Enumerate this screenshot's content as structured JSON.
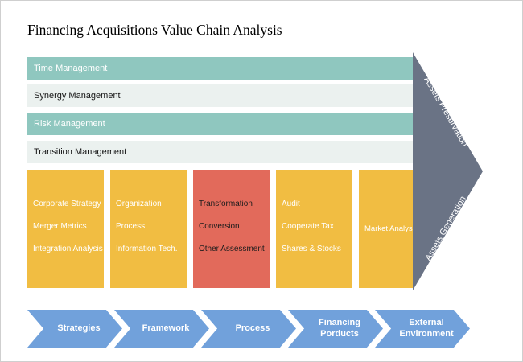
{
  "title": "Financing Acquisitions Value Chain Analysis",
  "support_bars": [
    {
      "label": "Time Management",
      "variant": "teal"
    },
    {
      "label": "Synergy Management",
      "variant": "light"
    },
    {
      "label": "Risk Management",
      "variant": "teal"
    },
    {
      "label": "Transition Management",
      "variant": "light"
    }
  ],
  "columns": [
    {
      "variant": "yellow",
      "items": [
        "Corporate Strategy",
        "Merger Metrics",
        "Integration Analysis"
      ]
    },
    {
      "variant": "yellow",
      "items": [
        "Organization",
        "Process",
        "Information Tech."
      ]
    },
    {
      "variant": "red",
      "items": [
        "Transformation",
        "Conversion",
        "Other Assessment"
      ]
    },
    {
      "variant": "yellow",
      "items": [
        "Audit",
        "Cooperate Tax",
        "Shares & Stocks"
      ]
    },
    {
      "variant": "yellow",
      "items": [
        "Market Analysis"
      ]
    }
  ],
  "assets_arrow": {
    "top_label": "Assets Preservation",
    "bottom_label": "Assets Generation"
  },
  "process_arrows": [
    "Strategies",
    "Framework",
    "Process",
    "Financing Porducts",
    "External Environment"
  ],
  "colors": {
    "teal": "#8FC7BF",
    "light_bar": "#EBF1EF",
    "yellow": "#F1BD42",
    "red": "#E26A5B",
    "gray_arrow": "#6A7385",
    "blue_arrow": "#71A1DB"
  }
}
